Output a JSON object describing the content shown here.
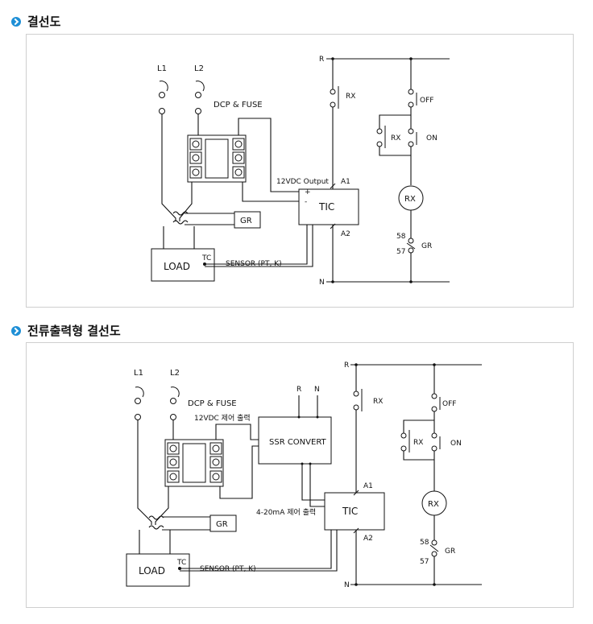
{
  "sections": [
    {
      "title": "결선도",
      "labels": {
        "l1": "L1",
        "l2": "L2",
        "fuse": "DCP & FUSE",
        "gr": "GR",
        "load": "LOAD",
        "tc": "TC",
        "sensor": "SENSOR  (PT, K)",
        "output": "12VDC Output",
        "plus": "+",
        "minus": "-",
        "tic": "TIC",
        "a1": "A1",
        "a2": "A2",
        "r": "R",
        "n": "N",
        "rx_contact": "RX",
        "off": "OFF",
        "rx_hold": "RX",
        "on": "ON",
        "rx_coil": "RX",
        "p58": "58",
        "p57": "57",
        "gr_contact": "GR"
      }
    },
    {
      "title": "전류출력형 결선도",
      "labels": {
        "l1": "L1",
        "l2": "L2",
        "fuse": "DCP & FUSE",
        "ctrl12": "12VDC 제어 출력",
        "gr": "GR",
        "load": "LOAD",
        "tc": "TC",
        "sensor": "SENSOR  (PT, K)",
        "ssr_r": "R",
        "ssr_n": "N",
        "ssr": "SSR CONVERT",
        "ma": "4-20mA 제어 출력",
        "tic": "TIC",
        "a1": "A1",
        "a2": "A2",
        "r": "R",
        "n": "N",
        "rx_contact": "RX",
        "off": "OFF",
        "rx_hold": "RX",
        "on": "ON",
        "rx_coil": "RX",
        "p58": "58",
        "p57": "57",
        "gr_contact": "GR"
      }
    }
  ]
}
